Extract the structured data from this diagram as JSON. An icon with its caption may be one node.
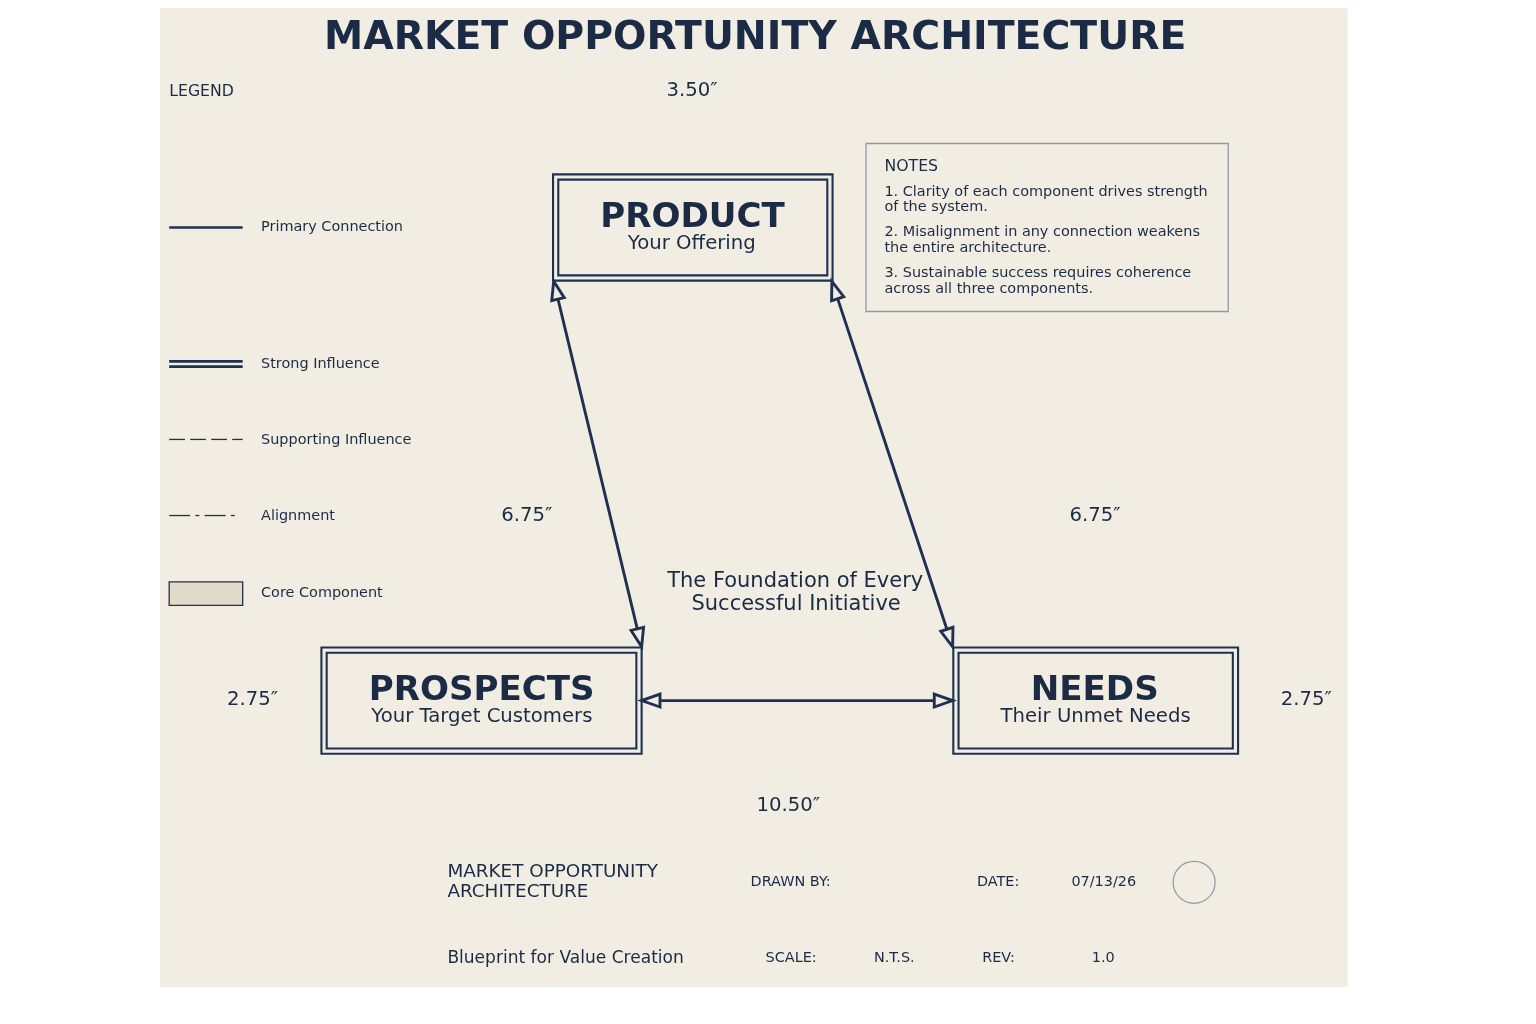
{
  "diagram": {
    "title": "MARKET OPPORTUNITY ARCHITECTURE",
    "nodes": [
      {
        "text": [
          "PRODUCT",
          "Your Offering"
        ]
      },
      {
        "text": [
          "NOTES",
          "1. Clarity of each component drives strength of the system.",
          "2. Misalignment in any connection weakens the entire architecture.",
          "3. Sustainable success requires coherence across all three components."
        ]
      },
      {
        "text": [
          "PROSPECTS",
          "Your Target Customers"
        ]
      },
      {
        "text": [
          "NEEDS",
          "Their Unmet Needs"
        ]
      },
      {
        "text": [],
        "shape": "circle"
      }
    ],
    "edges": [
      {
        "from": 0,
        "to": 2,
        "arrow": "both"
      },
      {
        "from": 0,
        "to": 3,
        "arrow": "both"
      },
      {
        "from": 2,
        "to": 3,
        "arrow": "both"
      }
    ],
    "labels": [
      "LEGEND",
      "3.50″",
      "6.75″",
      "6.75″",
      "The Foundation of Every Successful Initiative",
      "2.75″",
      "2.75″",
      "10.50″",
      "MARKET OPPORTUNITY ARCHITECTURE",
      "Blueprint for Value Creation",
      "DRAWN BY:",
      "DATE:",
      "07/13/26",
      "SCALE:",
      "N.T.S.",
      "REV:",
      "1.0"
    ],
    "legend": [
      {
        "text": "Primary Connection"
      },
      {
        "text": "Strong Influence"
      },
      {
        "text": "Supporting Influence"
      },
      {
        "text": "Alignment"
      },
      {
        "text": "Core Component"
      }
    ]
  }
}
